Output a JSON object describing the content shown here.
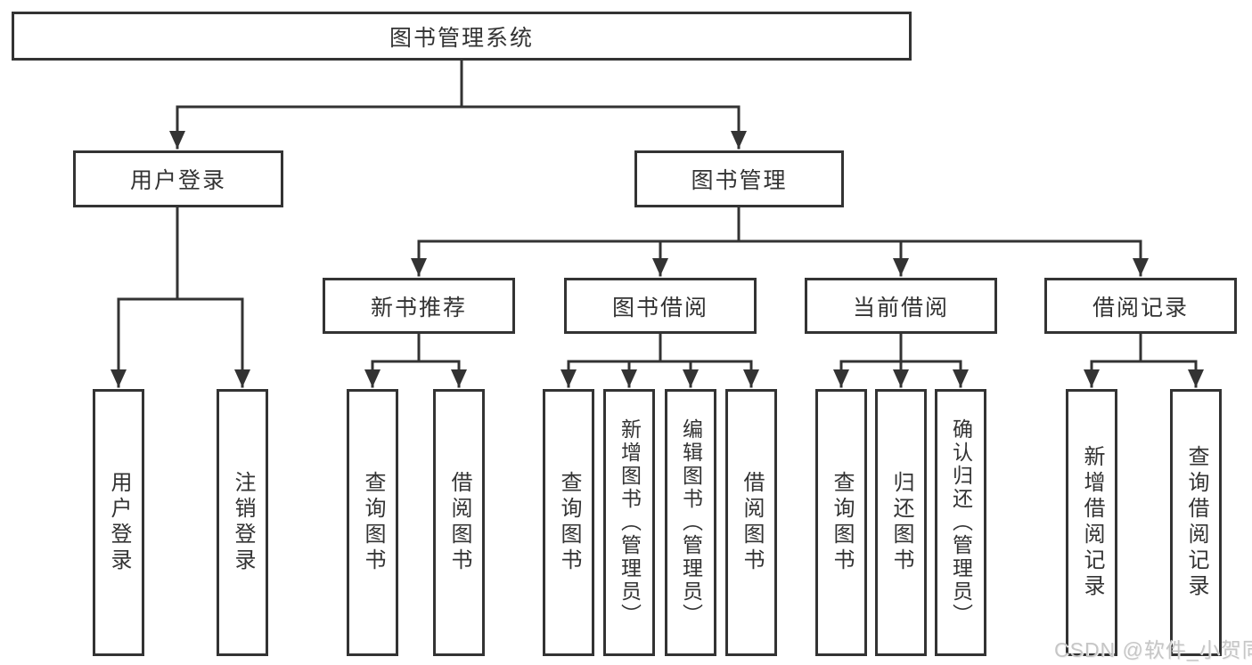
{
  "colors": {
    "line": "#333333",
    "text": "#333333",
    "box_background": "#ffffff",
    "watermark_text": "#c6c6c6"
  },
  "watermark": "CSDN @软件_小贺同学",
  "tree": {
    "root": "图书管理系统",
    "children": [
      {
        "label": "用户登录",
        "children": [
          "用户登录",
          "注销登录"
        ]
      },
      {
        "label": "图书管理",
        "children": [
          {
            "label": "新书推荐",
            "children": [
              "查询图书",
              "借阅图书"
            ]
          },
          {
            "label": "图书借阅",
            "children": [
              "查询图书",
              "新增图书（管理员）",
              "编辑图书（管理员）",
              "借阅图书"
            ]
          },
          {
            "label": "当前借阅",
            "children": [
              "查询图书",
              "归还图书",
              "确认归还（管理员）"
            ]
          },
          {
            "label": "借阅记录",
            "children": [
              "新增借阅记录",
              "查询借阅记录"
            ]
          }
        ]
      }
    ]
  }
}
